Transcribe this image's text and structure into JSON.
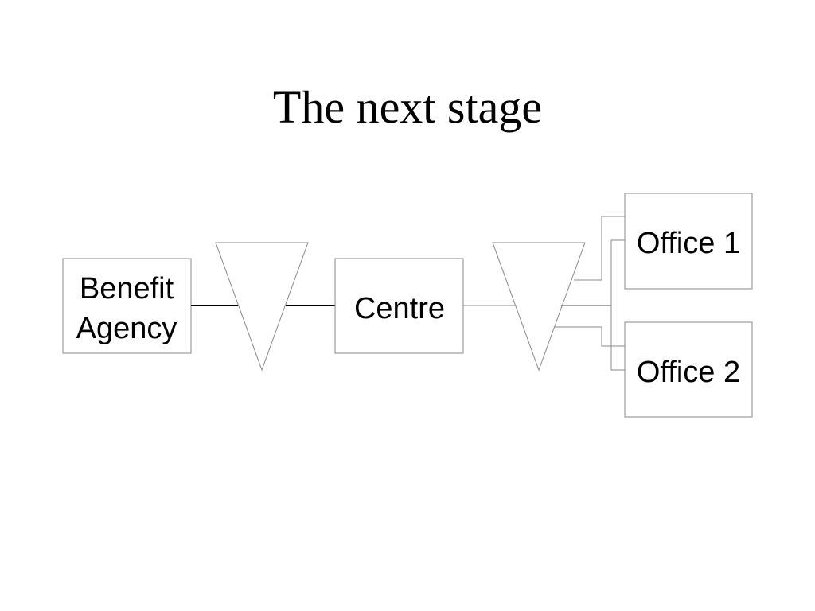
{
  "title": "The next stage",
  "nodes": {
    "benefit_agency": {
      "line1": "Benefit",
      "line2": "Agency"
    },
    "centre": {
      "label": "Centre"
    },
    "office1": {
      "label": "Office 1"
    },
    "office2": {
      "label": "Office 2"
    }
  }
}
